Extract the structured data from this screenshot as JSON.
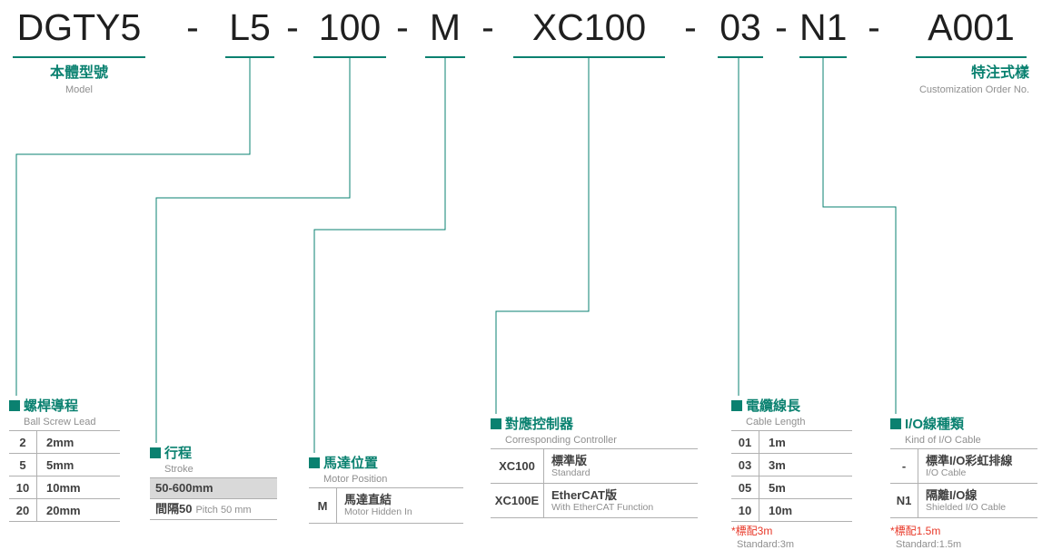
{
  "model_number": {
    "separator": "-",
    "segments": [
      "DGTY5",
      "L5",
      "100",
      "M",
      "XC100",
      "03",
      "N1",
      "A001"
    ]
  },
  "header_labels": {
    "model_zh": "本體型號",
    "model_en": "Model",
    "customization_zh": "特注式樣",
    "customization_en": "Customization Order No."
  },
  "sections": {
    "ball_screw_lead": {
      "title_zh": "螺桿導程",
      "title_en": "Ball Screw Lead",
      "rows": [
        {
          "code": "2",
          "value": "2mm"
        },
        {
          "code": "5",
          "value": "5mm"
        },
        {
          "code": "10",
          "value": "10mm"
        },
        {
          "code": "20",
          "value": "20mm"
        }
      ]
    },
    "stroke": {
      "title_zh": "行程",
      "title_en": "Stroke",
      "range": "50-600mm",
      "pitch_zh": "間隔50",
      "pitch_en": "Pitch 50 mm"
    },
    "motor_position": {
      "title_zh": "馬達位置",
      "title_en": "Motor Position",
      "rows": [
        {
          "code": "M",
          "value_zh": "馬達直結",
          "value_en": "Motor Hidden In"
        }
      ]
    },
    "controller": {
      "title_zh": "對應控制器",
      "title_en": "Corresponding Controller",
      "rows": [
        {
          "code": "XC100",
          "value_zh": "標準版",
          "value_en": "Standard"
        },
        {
          "code": "XC100E",
          "value_zh": "EtherCAT版",
          "value_en": "With EtherCAT Function"
        }
      ]
    },
    "cable_length": {
      "title_zh": "電纜線長",
      "title_en": "Cable Length",
      "rows": [
        {
          "code": "01",
          "value": "1m"
        },
        {
          "code": "03",
          "value": "3m"
        },
        {
          "code": "05",
          "value": "5m"
        },
        {
          "code": "10",
          "value": "10m"
        }
      ],
      "note_zh": "*標配3m",
      "note_en": "Standard:3m"
    },
    "io_cable": {
      "title_zh": "I/O線種類",
      "title_en": "Kind of I/O Cable",
      "rows": [
        {
          "code": "-",
          "value_zh": "標準I/O彩虹排線",
          "value_en": "I/O Cable"
        },
        {
          "code": "N1",
          "value_zh": "隔離I/O線",
          "value_en": "Shielded I/O Cable"
        }
      ],
      "note_zh": "*標配1.5m",
      "note_en": "Standard:1.5m"
    }
  },
  "colors": {
    "accent_teal": "#0a8170",
    "note_red": "#e83828",
    "subtext_gray": "#8f8f8f",
    "highlight_gray": "#d9d9d9"
  }
}
